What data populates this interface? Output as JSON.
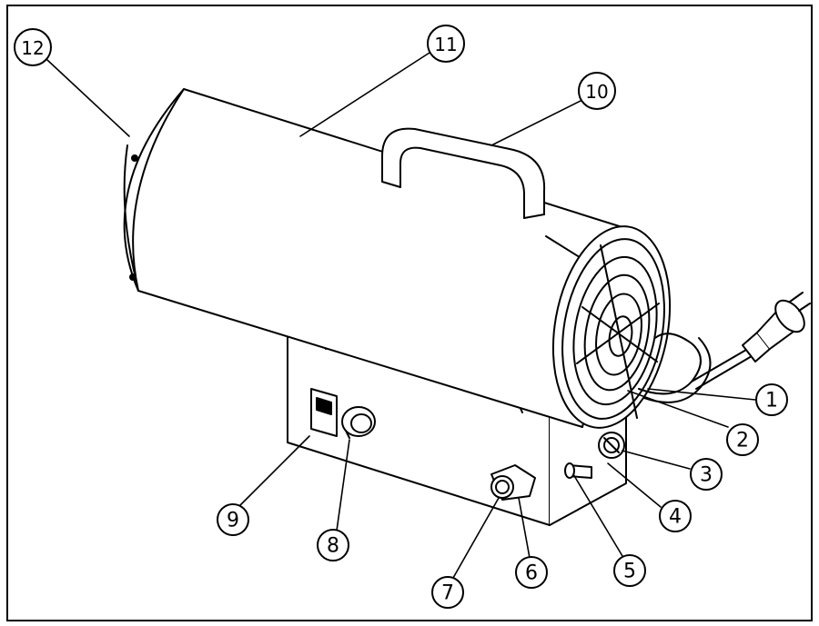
{
  "diagram": {
    "callouts": [
      {
        "id": "1",
        "text": "1"
      },
      {
        "id": "2",
        "text": "2"
      },
      {
        "id": "3",
        "text": "3"
      },
      {
        "id": "4",
        "text": "4"
      },
      {
        "id": "5",
        "text": "5"
      },
      {
        "id": "6",
        "text": "6"
      },
      {
        "id": "7",
        "text": "7"
      },
      {
        "id": "8",
        "text": "8"
      },
      {
        "id": "9",
        "text": "9"
      },
      {
        "id": "10",
        "text": "10"
      },
      {
        "id": "11",
        "text": "11"
      },
      {
        "id": "12",
        "text": "12"
      }
    ],
    "line_color": "#000000",
    "background": "#ffffff"
  }
}
